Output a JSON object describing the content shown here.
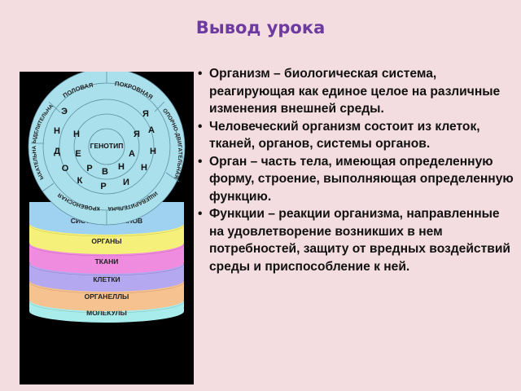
{
  "slide": {
    "title": "Вывод урока",
    "bullets": [
      "Организм – биологическая система, реагирующая как единое целое на различные изменения внешней среды.",
      "Человеческий организм состоит из клеток, тканей, органов, системы органов.",
      "Орган – часть тела, имеющая определенную форму, строение, выполняющая определенную функцию.",
      "Функции – реакции организма, направленные на удовлетворение возникших в нем потребностей, защиту от вредных воздействий среды и приспособление к ней."
    ]
  },
  "diagram": {
    "center_label": "ГЕНОТИП",
    "outer_ring_labels": [
      "ПОЛОВАЯ",
      "ПОКРОВНАЯ",
      "ОПОРНО-ДВИГАТЕЛЬНАЯ",
      "ПИЩЕВАРИТЕЛЬНАЯ",
      "КРОВЕНОСНАЯ",
      "ДЫХАТЕЛЬНАЯ",
      "ВЫДЕЛИТЕЛЬНАЯ"
    ],
    "ring_letters": [
      "Э",
      "Н",
      "Д",
      "О",
      "К",
      "Р",
      "И",
      "Н",
      "Н",
      "А",
      "Я"
    ],
    "inner_letters": [
      "Н",
      "Е",
      "Р",
      "В",
      "Н",
      "А",
      "Я"
    ],
    "layers": [
      {
        "label": "СИСТЕМЫ ОРГАНОВ",
        "color": "#9fd1f0"
      },
      {
        "label": "ОРГАНЫ",
        "color": "#f4f07a"
      },
      {
        "label": "ТКАНИ",
        "color": "#f08ce0"
      },
      {
        "label": "КЛЕТКИ",
        "color": "#b4a8f0"
      },
      {
        "label": "ОРГАНЕЛЛЫ",
        "color": "#f5c290"
      },
      {
        "label": "МОЛЕКУЛЫ",
        "color": "#a8ecec"
      }
    ],
    "colors": {
      "disc": "#a9e0ec",
      "background": "#000000",
      "title": "#6d3aa0"
    }
  }
}
